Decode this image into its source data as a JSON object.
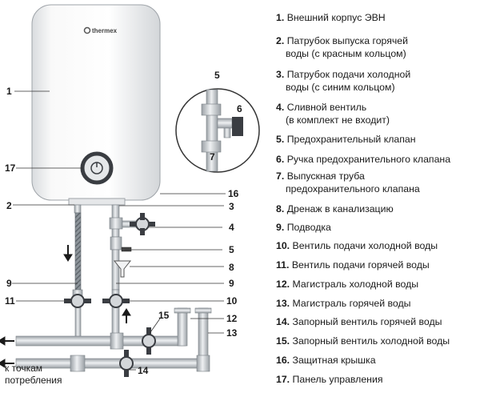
{
  "brand": "thermex",
  "callouts": [
    "1",
    "2",
    "3",
    "4",
    "5",
    "6",
    "7",
    "8",
    "9",
    "9",
    "10",
    "11",
    "12",
    "13",
    "14",
    "15",
    "16",
    "17"
  ],
  "legend": [
    {
      "num": "1.",
      "lines": [
        "Внешний корпус ЭВН"
      ]
    },
    {
      "num": "2.",
      "lines": [
        "Патрубок выпуска горячей",
        "воды (с красным кольцом)"
      ]
    },
    {
      "num": "3.",
      "lines": [
        "Патрубок подачи холодной",
        "воды (с синим кольцом)"
      ]
    },
    {
      "num": "4.",
      "lines": [
        "Сливной вентиль",
        "(в комплект не входит)"
      ]
    },
    {
      "num": "5.",
      "lines": [
        "Предохранительный клапан"
      ]
    },
    {
      "num": "6.",
      "lines": [
        "Ручка предохранительного клапана"
      ]
    },
    {
      "num": "7.",
      "lines": [
        "Выпускная труба",
        "предохранительного клапана"
      ]
    },
    {
      "num": "8.",
      "lines": [
        "Дренаж в канализацию"
      ]
    },
    {
      "num": "9.",
      "lines": [
        "Подводка"
      ]
    },
    {
      "num": "10.",
      "lines": [
        "Вентиль подачи холодной воды"
      ]
    },
    {
      "num": "11.",
      "lines": [
        "Вентиль подачи горячей воды"
      ]
    },
    {
      "num": "12.",
      "lines": [
        "Магистраль холодной воды"
      ]
    },
    {
      "num": "13.",
      "lines": [
        "Магистраль горячей воды"
      ]
    },
    {
      "num": "14.",
      "lines": [
        "Запорный вентиль горячей воды"
      ]
    },
    {
      "num": "15.",
      "lines": [
        "Запорный вентиль холодной воды"
      ]
    },
    {
      "num": "16.",
      "lines": [
        "Защитная крышка"
      ]
    },
    {
      "num": "17.",
      "lines": [
        "Панель управления"
      ]
    }
  ],
  "note": [
    "к точкам",
    "потребления"
  ],
  "colors": {
    "heater_body": "#f7f7f7",
    "pipe": "#cfd3d6",
    "valve": "#3a3d42",
    "line": "#333333"
  }
}
